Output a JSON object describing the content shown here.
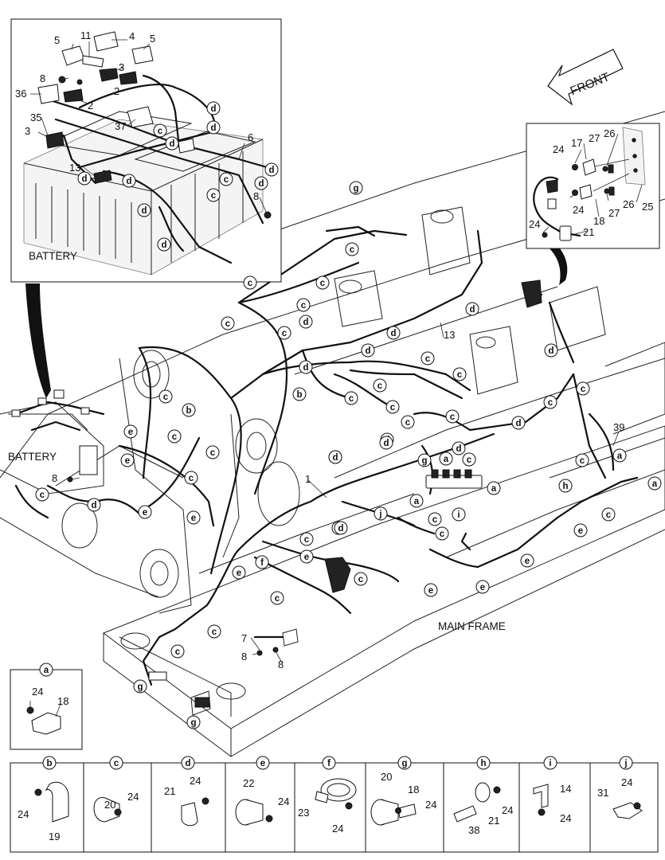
{
  "labels": {
    "front": "FRONT",
    "battery_inset": "BATTERY",
    "battery_main": "BATTERY",
    "main_frame": "MAIN FRAME"
  },
  "detail_boxes": [
    {
      "letter": "b",
      "parts": [
        "24",
        "19"
      ]
    },
    {
      "letter": "c",
      "parts": [
        "20",
        "24"
      ]
    },
    {
      "letter": "d",
      "parts": [
        "21",
        "24"
      ]
    },
    {
      "letter": "e",
      "parts": [
        "22",
        "24"
      ]
    },
    {
      "letter": "f",
      "parts": [
        "23",
        "24"
      ]
    },
    {
      "letter": "g",
      "parts": [
        "20",
        "18",
        "24"
      ]
    },
    {
      "letter": "h",
      "parts": [
        "38",
        "21",
        "24"
      ]
    },
    {
      "letter": "i",
      "parts": [
        "14",
        "24"
      ]
    },
    {
      "letter": "j",
      "parts": [
        "31",
        "24"
      ]
    }
  ],
  "detail_a": {
    "letter": "a",
    "parts": [
      "24",
      "18"
    ]
  },
  "battery_inset_numbers": [
    "5",
    "11",
    "4",
    "5",
    "8",
    "3",
    "2",
    "36",
    "2",
    "35",
    "37",
    "3",
    "6",
    "13",
    "8"
  ],
  "right_inset_numbers": [
    "17",
    "27",
    "26",
    "24",
    "24",
    "18",
    "27",
    "26",
    "25",
    "24",
    "21"
  ],
  "main_numbers": [
    "13",
    "39",
    "1",
    "8",
    "7",
    "8",
    "8"
  ],
  "callouts": {
    "inset_battery": [
      "d",
      "c",
      "d",
      "d",
      "d",
      "c",
      "d",
      "d",
      "d",
      "c",
      "d",
      "d"
    ],
    "main": [
      "g",
      "c",
      "c",
      "c",
      "c",
      "d",
      "d",
      "c",
      "c",
      "d",
      "d",
      "b",
      "d",
      "c",
      "c",
      "d",
      "c",
      "c",
      "c",
      "c",
      "b",
      "c",
      "d",
      "c",
      "e",
      "c",
      "c",
      "e",
      "c",
      "c",
      "c",
      "d",
      "c",
      "d",
      "d",
      "e",
      "d",
      "e",
      "e",
      "e",
      "d",
      "g",
      "a",
      "c",
      "a",
      "c",
      "j",
      "a",
      "c",
      "i",
      "h",
      "e",
      "e",
      "e",
      "c",
      "f",
      "e",
      "c",
      "c",
      "c",
      "c",
      "g",
      "g",
      "a",
      "a",
      "c",
      "d",
      "d",
      "d",
      "c"
    ]
  }
}
